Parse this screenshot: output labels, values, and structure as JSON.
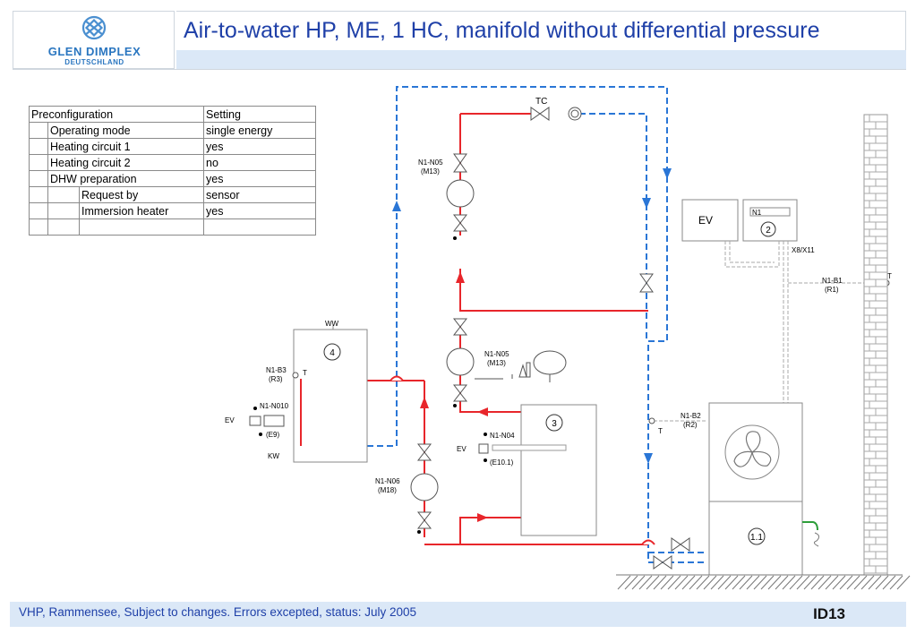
{
  "header": {
    "title": "Air-to-water HP, ME, 1 HC, manifold without differential pressure",
    "logo_line1": "GLEN DIMPLEX",
    "logo_line2": "DEUTSCHLAND"
  },
  "table": {
    "header": {
      "col1": "Preconfiguration",
      "col2": "Setting"
    },
    "rows": [
      {
        "label": "Operating mode",
        "value": "single energy"
      },
      {
        "label": "Heating circuit 1",
        "value": "yes"
      },
      {
        "label": "Heating circuit 2",
        "value": "no"
      },
      {
        "label": "DHW preparation",
        "value": "yes"
      },
      {
        "label": "Request by",
        "value": "sensor"
      },
      {
        "label": "Immersion heater",
        "value": "yes"
      }
    ]
  },
  "diagram": {
    "tc": "TC",
    "pump_top": {
      "id": "N1-N05",
      "sub": "(M13)"
    },
    "pump_mid": {
      "id": "N1-N05",
      "sub": "(M13)"
    },
    "pump_bottom": {
      "id": "N1-N06",
      "sub": "(M18)"
    },
    "ev_box": "EV",
    "controller": "N1",
    "controller_num": "2",
    "x8": "X8/X11",
    "b1": {
      "id": "N1-B1",
      "sub": "(R1)",
      "t": "T"
    },
    "b2": {
      "id": "N1-B2",
      "sub": "(R2)",
      "t": "T"
    },
    "ww": "WW",
    "kw": "KW",
    "tank_num": "4",
    "b3": {
      "id": "N1-B3",
      "sub": "(R3)",
      "t": "T"
    },
    "n010": {
      "id": "N1-N010",
      "sub": "(E9)",
      "ev": "EV"
    },
    "buffer_num": "3",
    "n04": {
      "id": "N1-N04",
      "sub": "(E10.1)",
      "ev": "EV"
    },
    "hp_num": "1.1"
  },
  "footer": {
    "text": "VHP, Rammensee, Subject to changes. Errors excepted, status: July 2005",
    "id": "ID13"
  },
  "colors": {
    "title": "#1f40a8",
    "band": "#dbe8f7",
    "supply_red": "#e8262b",
    "return_blue": "#2a76d6"
  }
}
